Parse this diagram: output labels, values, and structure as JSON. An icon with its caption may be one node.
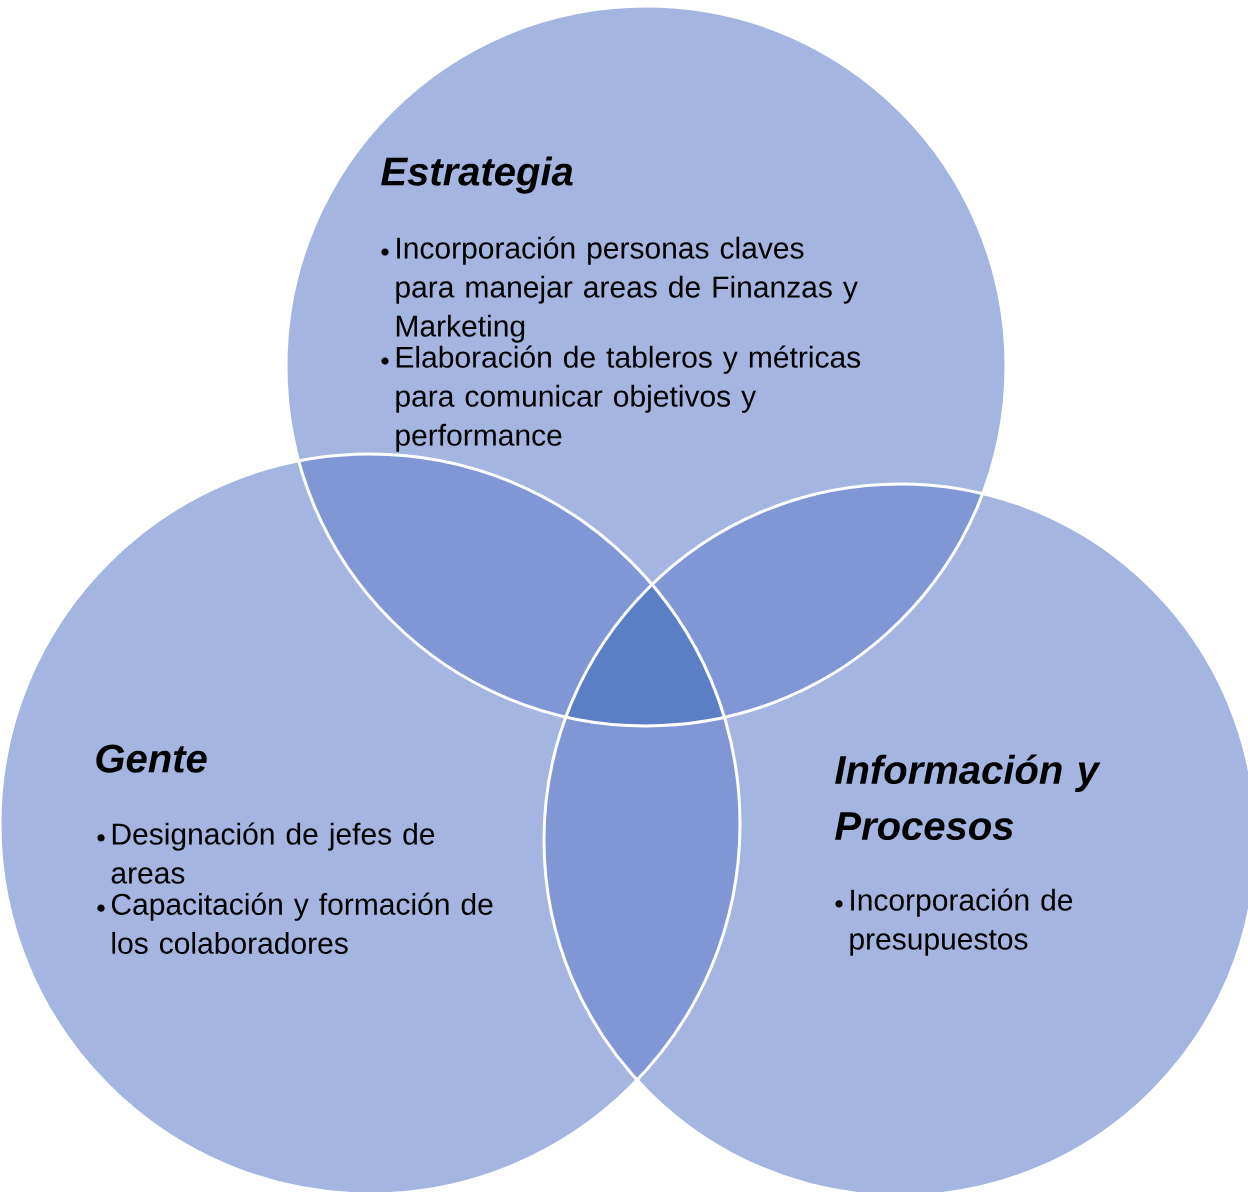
{
  "diagram": {
    "nodes": [
      {
        "text": [
          "Estrategia",
          "Incorporación personas claves para manejar areas de Finanzas y Marketing",
          "Elaboración de tableros y métricas para comunicar objetivos y performance"
        ]
      },
      {
        "text": [
          "Gente",
          "Designación de jefes de areas",
          "Capacitación y formación de los colaboradores"
        ]
      },
      {
        "text": [
          "Información y Procesos",
          "Incorporación de presupuestos"
        ]
      }
    ]
  }
}
